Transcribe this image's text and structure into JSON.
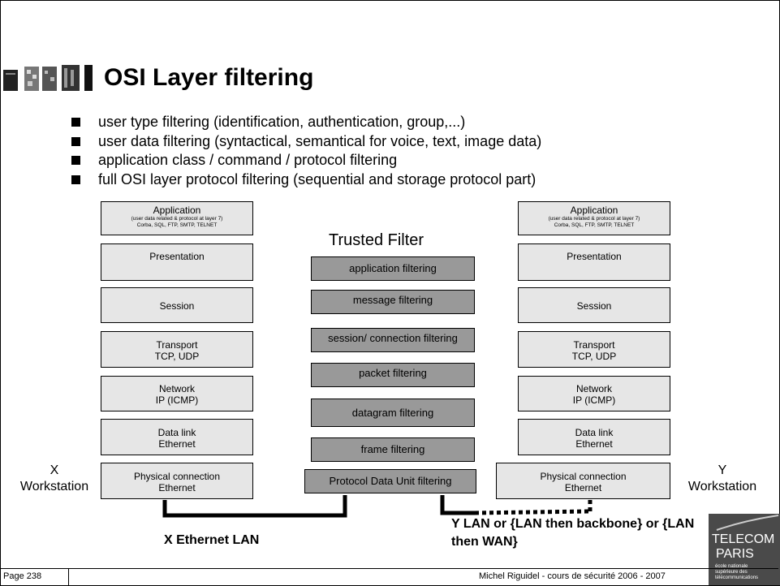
{
  "title": "OSI Layer filtering",
  "bullets": [
    "user type filtering (identification, authentication, group,...)",
    "user data filtering (syntactical, semantical for voice, text, image data)",
    "application class / command / protocol filtering",
    "full OSI layer protocol filtering (sequential and storage protocol part)"
  ],
  "stack": {
    "application": "Application",
    "application_sub1": "(user data related & protocol at layer 7)",
    "application_sub2": "Corba, SQL, FTP, SMTP, TELNET",
    "presentation": "Presentation",
    "session": "Session",
    "transport_1": "Transport",
    "transport_2": "TCP, UDP",
    "network_1": "Network",
    "network_2": "IP (ICMP)",
    "datalink_1": "Data link",
    "datalink_2": "Ethernet",
    "physical_1": "Physical connection",
    "physical_2": "Ethernet"
  },
  "trusted_filter": {
    "title": "Trusted Filter",
    "layers": [
      "application filtering",
      "message filtering",
      "session/ connection filtering",
      "packet filtering",
      "datagram filtering",
      "frame filtering",
      "Protocol Data Unit filtering"
    ]
  },
  "x_station": {
    "line1": "X",
    "line2": "Workstation"
  },
  "y_station": {
    "line1": "Y",
    "line2": "Workstation"
  },
  "x_lan": "X Ethernet LAN",
  "y_lan_1": "Y LAN or {LAN then backbone} or {LAN",
  "y_lan_2": "then WAN}",
  "footer": {
    "page": "Page 238",
    "author": "Michel Riguidel - cours de sécurité 2006 - 2007"
  },
  "logo_tp": {
    "line1": "TELECOM",
    "line2": "PARIS",
    "line3": "école nationale",
    "line4": "supérieure des",
    "line5": "télécommunications"
  }
}
